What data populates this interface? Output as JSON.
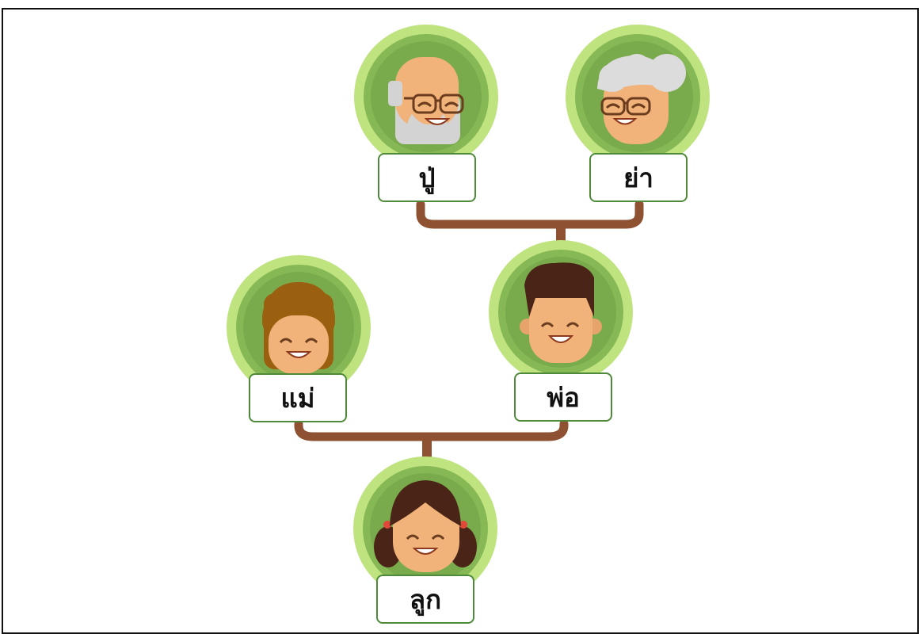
{
  "members": {
    "grandfather": {
      "label": "ปู่"
    },
    "grandmother": {
      "label": "ย่า"
    },
    "mother": {
      "label": "แม่"
    },
    "father": {
      "label": "พ่อ"
    },
    "child": {
      "label": "ลูก"
    }
  },
  "colors": {
    "ring_outer": "#bfe37f",
    "ring_inner": "#86b956",
    "avatar_bg": "#79ab4c",
    "connector": "#8e5232",
    "label_border": "#4e8a3a",
    "skin": "#f1b37a"
  }
}
